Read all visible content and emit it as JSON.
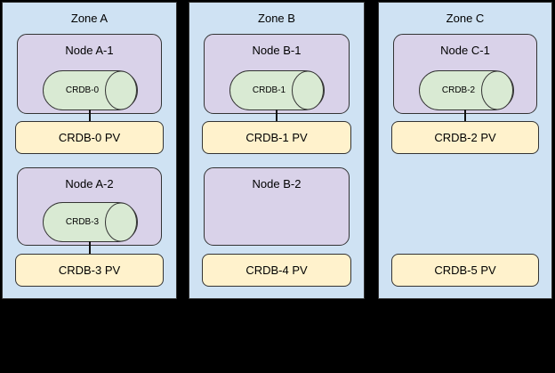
{
  "diagram": {
    "background_color": "#000000",
    "border_color": "#333333",
    "colors": {
      "zone_bg": "#cfe2f3",
      "node_bg": "#d9d2e9",
      "pod_bg": "#d9ead3",
      "pv_bg": "#fff2cc"
    },
    "zones": [
      {
        "name": "Zone A",
        "nodes": [
          {
            "name": "Node A-1",
            "pod": "CRDB-0",
            "pv": "CRDB-0 PV"
          },
          {
            "name": "Node A-2",
            "pod": "CRDB-3",
            "pv": "CRDB-3 PV"
          }
        ]
      },
      {
        "name": "Zone B",
        "nodes": [
          {
            "name": "Node B-1",
            "pod": "CRDB-1",
            "pv": "CRDB-1 PV"
          },
          {
            "name": "Node B-2",
            "pv": "CRDB-4 PV"
          }
        ]
      },
      {
        "name": "Zone C",
        "nodes": [
          {
            "name": "Node C-1",
            "pod": "CRDB-2",
            "pv": "CRDB-2 PV"
          },
          {
            "pv": "CRDB-5 PV"
          }
        ]
      }
    ]
  }
}
